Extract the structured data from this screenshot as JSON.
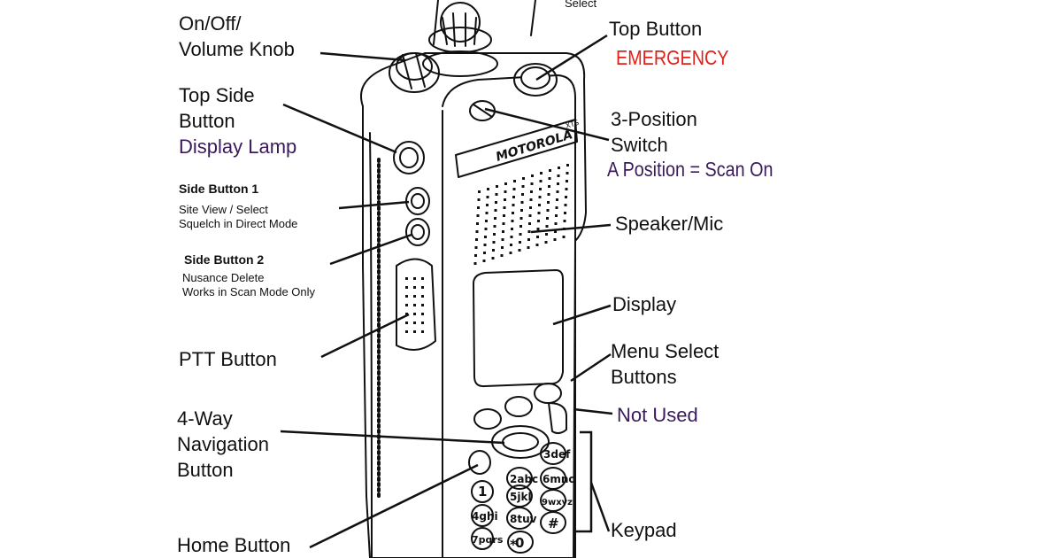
{
  "labels": {
    "select_cut": "Select",
    "volume_line1": "On/Off/",
    "volume_line2": "Volume Knob",
    "top_side_line1": "Top Side",
    "top_side_line2": "Button",
    "top_side_func": "Display Lamp",
    "side1_title": "Side Button 1",
    "side1_line1": "Site View / Select",
    "side1_line2": "Squelch in Direct Mode",
    "side2_title": "Side Button 2",
    "side2_line1": "Nusance Delete",
    "side2_line2": "Works in Scan Mode Only",
    "ptt": "PTT Button",
    "nav_line1": "4-Way",
    "nav_line2": "Navigation",
    "nav_line3": "Button",
    "home": "Home Button",
    "top_button": "Top Button",
    "emergency": "EMERGENCY",
    "switch_line1": "3-Position",
    "switch_line2": "Switch",
    "switch_func": "A Position = Scan On",
    "speaker": "Speaker/Mic",
    "display": "Display",
    "menu_line1": "Menu Select",
    "menu_line2": "Buttons",
    "not_used": "Not Used",
    "keypad": "Keypad"
  },
  "device": {
    "brand": "MOTOROLA",
    "model": "XTS",
    "keys": [
      "1",
      "2abc",
      "3def",
      "4ghi",
      "5jkl",
      "6mno",
      "7pqrs",
      "8tuv",
      "9wxyz",
      "*",
      "0",
      "#"
    ]
  },
  "colors": {
    "emergency": "#e0201a",
    "accent_purple": "#3a1a5a",
    "line": "#111111"
  }
}
